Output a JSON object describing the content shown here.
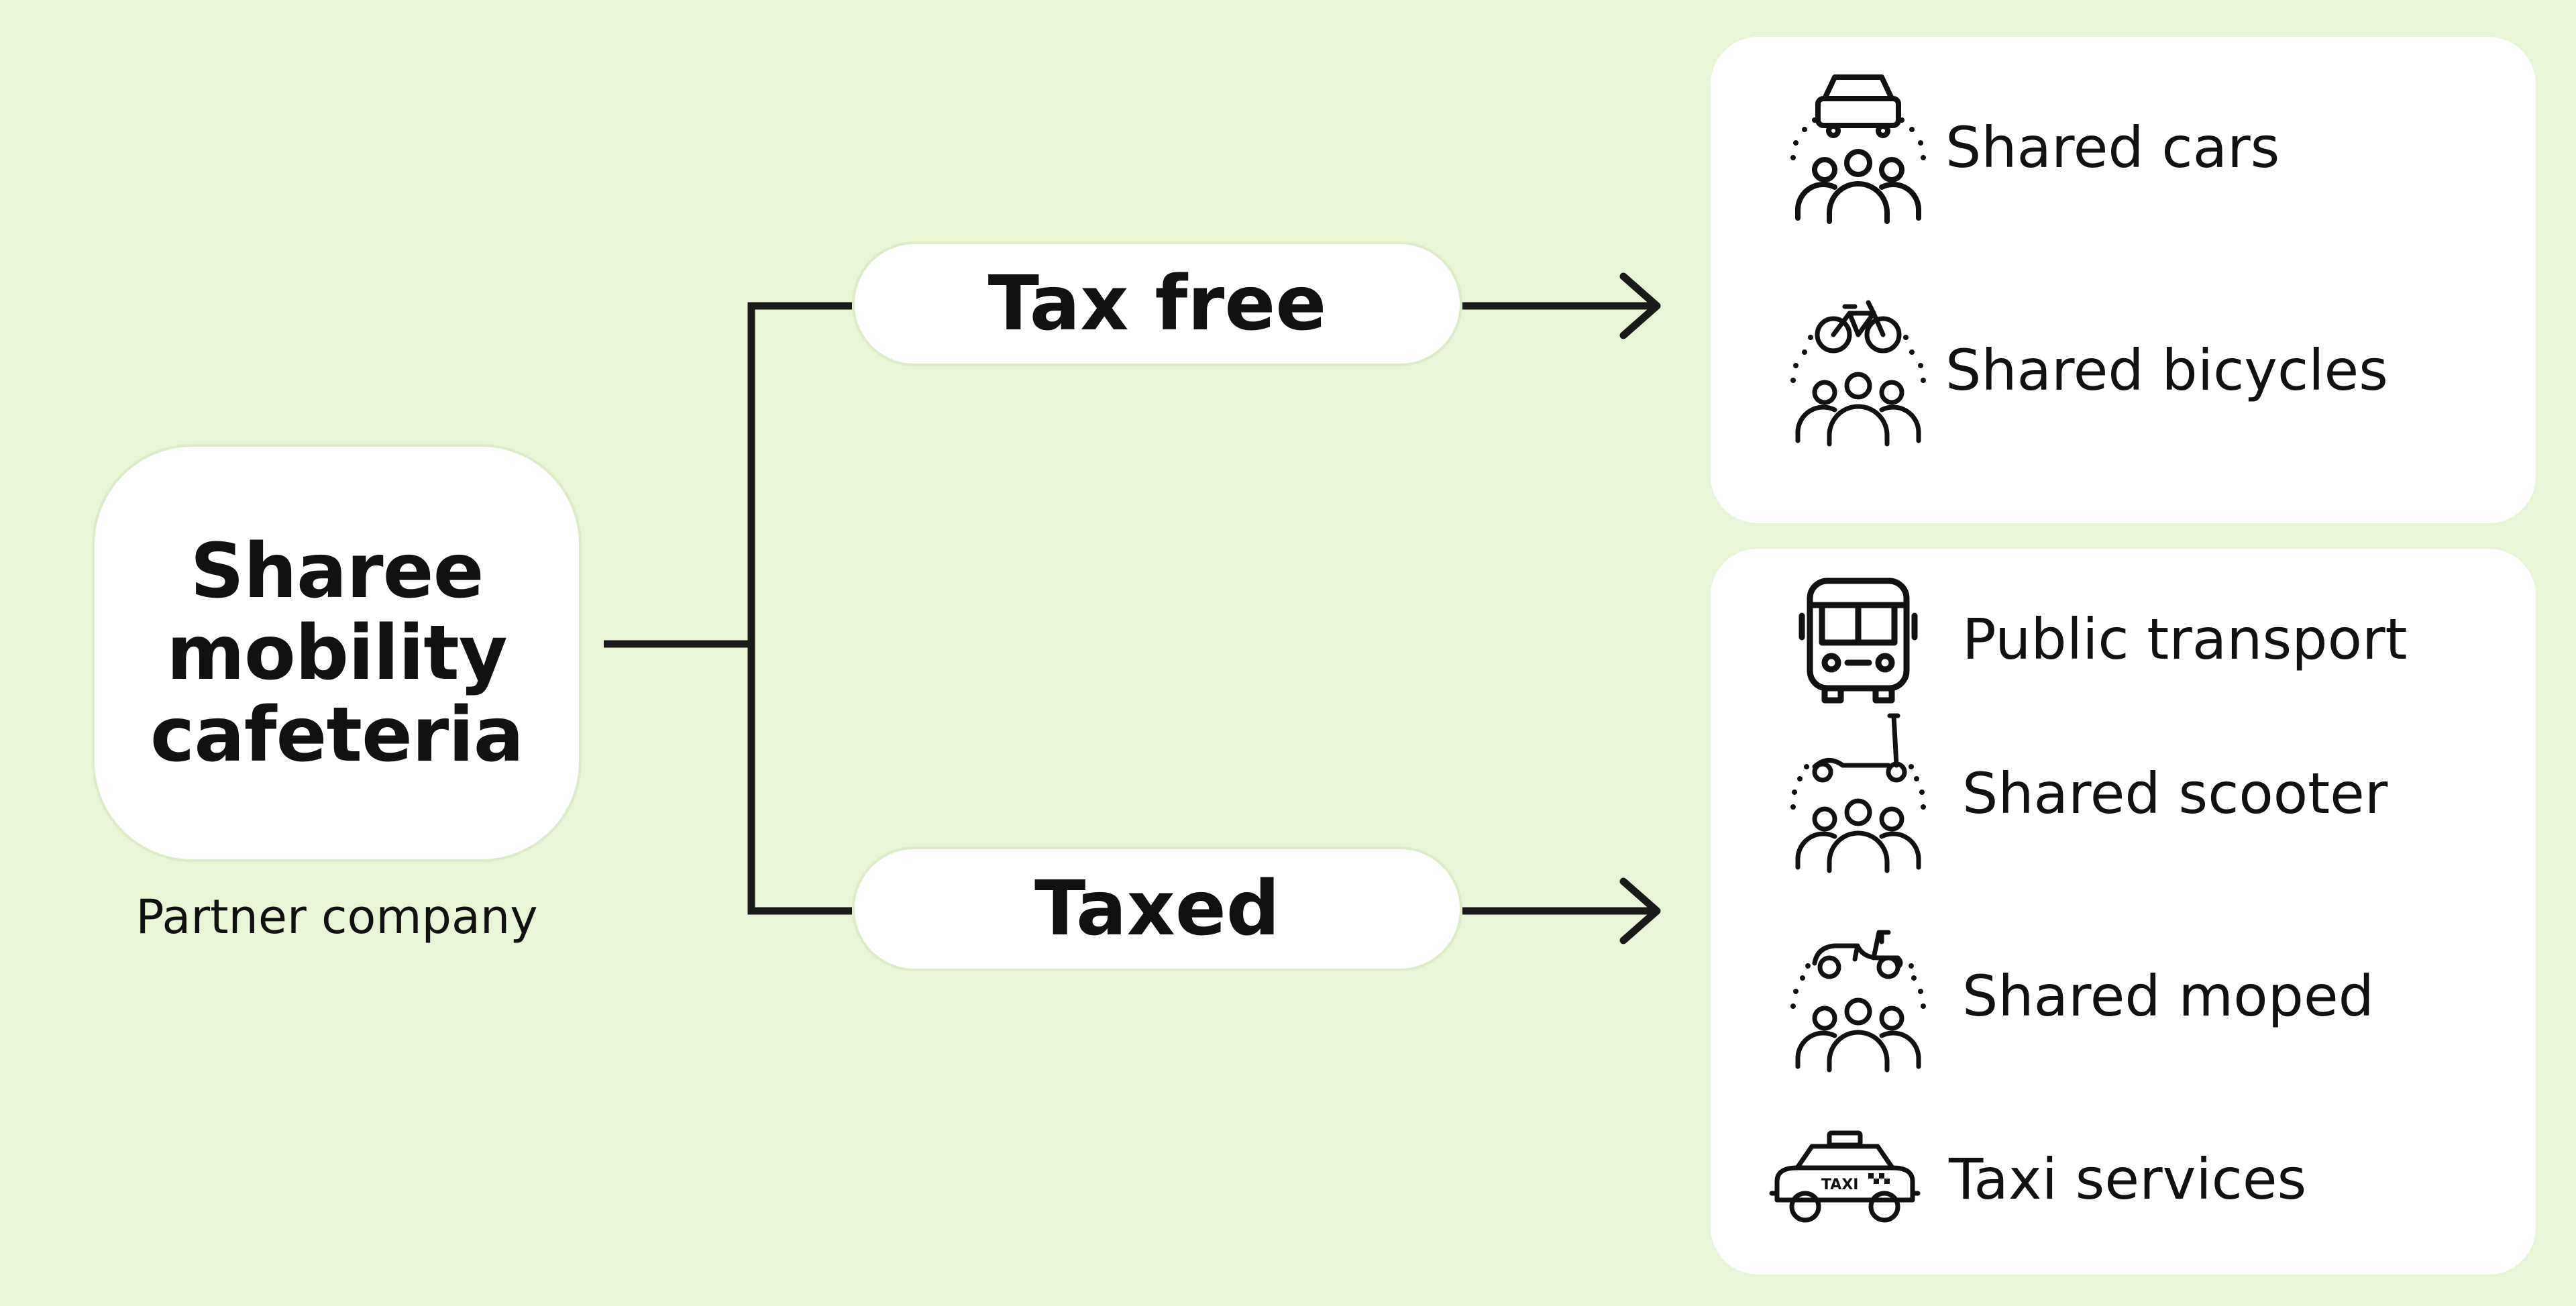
{
  "main": {
    "title": "Sharee\nmobility\ncafeteria",
    "caption": "Partner company"
  },
  "branches": {
    "tax_free": "Tax free",
    "taxed": "Taxed"
  },
  "tax_free_items": [
    {
      "label": "Shared cars",
      "icon": "shared-car-icon"
    },
    {
      "label": "Shared bicycles",
      "icon": "shared-bicycle-icon"
    }
  ],
  "taxed_items": [
    {
      "label": "Public transport",
      "icon": "bus-icon"
    },
    {
      "label": "Shared scooter",
      "icon": "shared-scooter-icon"
    },
    {
      "label": "Shared moped",
      "icon": "shared-moped-icon"
    },
    {
      "label": "Taxi services",
      "icon": "taxi-icon"
    }
  ],
  "taxi_sign": "TAXI",
  "colors": {
    "background": "#e8f5d6",
    "box": "#ffffff",
    "line": "#1a1a1a"
  }
}
